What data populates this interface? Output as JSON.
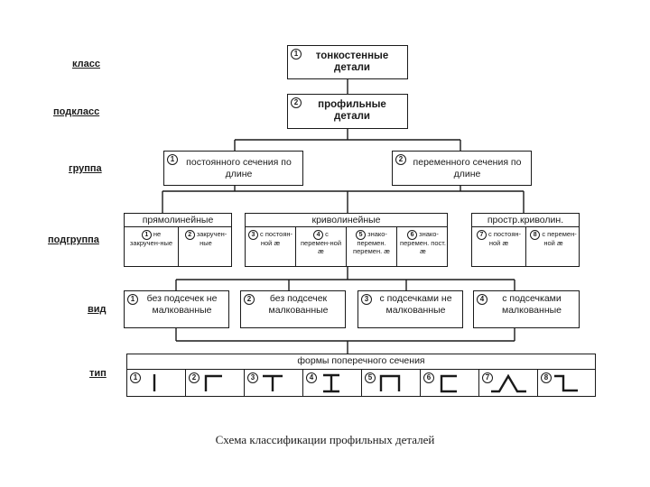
{
  "levels": {
    "klass": "класс",
    "podklass": "подкласс",
    "gruppa": "группа",
    "podgruppa": "подгруппа",
    "vid": "вид",
    "tip": "тип"
  },
  "klass": {
    "num": "1",
    "text": "тонкостенные детали"
  },
  "podklass": {
    "num": "2",
    "text": "профильные детали"
  },
  "gruppy": [
    {
      "num": "1",
      "text": "постоянного сечения по длине"
    },
    {
      "num": "2",
      "text": "переменного сечения по длине"
    }
  ],
  "podgruppy": [
    {
      "title": "прямолинейные",
      "items": [
        {
          "num": "1",
          "text": "не закручен-ные"
        },
        {
          "num": "2",
          "text": "закручен-ные"
        }
      ]
    },
    {
      "title": "криволинейные",
      "items": [
        {
          "num": "3",
          "text": "с постоян-ной æ"
        },
        {
          "num": "4",
          "text": "с перемен-ной æ"
        },
        {
          "num": "5",
          "text": "знако-перемен. перемен. æ"
        },
        {
          "num": "6",
          "text": "знако-перемен. пост. æ"
        }
      ]
    },
    {
      "title": "простр.криволин.",
      "items": [
        {
          "num": "7",
          "text": "с постоян-ной æ"
        },
        {
          "num": "8",
          "text": "с перемен-ной æ"
        }
      ]
    }
  ],
  "vidy": [
    {
      "num": "1",
      "text": "без подсечек не малкованные"
    },
    {
      "num": "2",
      "text": "без подсечек малкованные"
    },
    {
      "num": "3",
      "text": "с подсечками не малкованные"
    },
    {
      "num": "4",
      "text": "с подсечками малкованные"
    }
  ],
  "tip": {
    "title": "формы поперечного сечения",
    "items": [
      {
        "num": "1",
        "shape": "vertical-bar"
      },
      {
        "num": "2",
        "shape": "angle-profile"
      },
      {
        "num": "3",
        "shape": "tee-profile"
      },
      {
        "num": "4",
        "shape": "i-beam-profile"
      },
      {
        "num": "5",
        "shape": "hat-profile"
      },
      {
        "num": "6",
        "shape": "channel-profile"
      },
      {
        "num": "7",
        "shape": "z-stepped-profile"
      },
      {
        "num": "8",
        "shape": "z-profile"
      }
    ]
  },
  "caption": "Схема классификации профильных деталей"
}
